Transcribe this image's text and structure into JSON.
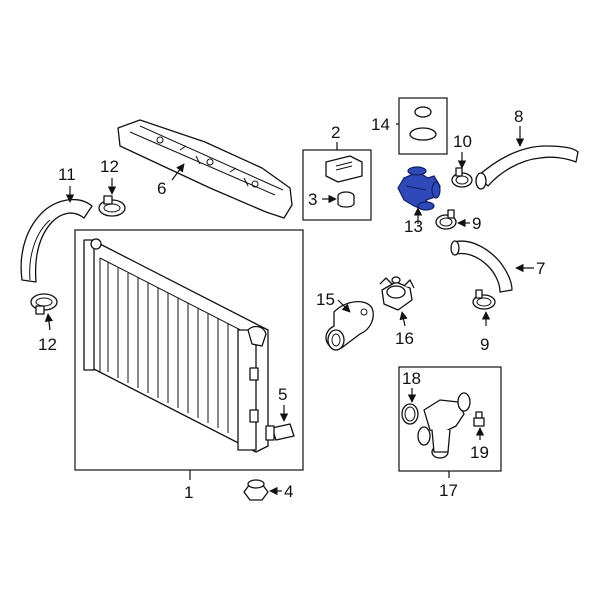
{
  "callouts": {
    "c1": "1",
    "c2": "2",
    "c3": "3",
    "c4": "4",
    "c5": "5",
    "c6": "6",
    "c7": "7",
    "c8": "8",
    "c9a": "9",
    "c9b": "9",
    "c10": "10",
    "c11": "11",
    "c12a": "12",
    "c12b": "12",
    "c13": "13",
    "c14": "14",
    "c15": "15",
    "c16": "16",
    "c17": "17",
    "c18": "18",
    "c19": "19"
  },
  "colors": {
    "highlight": "#2f49b8",
    "line": "#111111",
    "background": "#ffffff"
  }
}
